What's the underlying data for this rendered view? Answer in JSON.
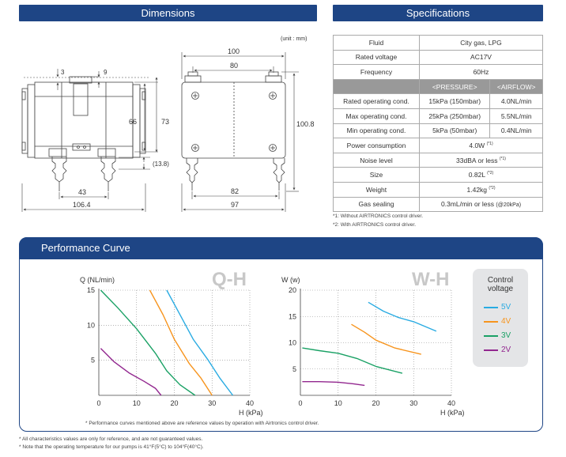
{
  "headers": {
    "dimensions": "Dimensions",
    "specifications": "Specifications",
    "performance": "Performance Curve"
  },
  "unit": "(unit : mm)",
  "dimensions": {
    "front": {
      "d3": "3",
      "d9": "9",
      "d66": "66",
      "d73": "73",
      "d13_8": "(13.8)",
      "d43": "43",
      "d106_4": "106.4"
    },
    "side": {
      "d100": "100",
      "d80": "80",
      "d100_8": "100.8",
      "d82": "82",
      "d97": "97"
    }
  },
  "specs": {
    "rows": [
      {
        "label": "Fluid",
        "value": "City gas, LPG"
      },
      {
        "label": "Rated voltage",
        "value": "AC17V"
      },
      {
        "label": "Frequency",
        "value": "60Hz"
      }
    ],
    "subheader": {
      "pressure": "<PRESSURE>",
      "airflow": "<AIRFLOW>"
    },
    "split_rows": [
      {
        "label": "Rated operating cond.",
        "pressure": "15kPa (150mbar)",
        "airflow": "4.0NL/min"
      },
      {
        "label": "Max operating cond.",
        "pressure": "25kPa (250mbar)",
        "airflow": "5.5NL/min"
      },
      {
        "label": "Min operating cond.",
        "pressure": "5kPa (50mbar)",
        "airflow": "0.4NL/min"
      }
    ],
    "power": {
      "label": "Power consumption",
      "value": "4.0W",
      "mark": "(*1)"
    },
    "noise": {
      "label": "Noise level",
      "value": "33dBA or less",
      "mark": "(*1)"
    },
    "size": {
      "label": "Size",
      "value": "0.82L",
      "mark": "(*2)"
    },
    "weight": {
      "label": "Weight",
      "value": "1.42kg",
      "mark": "(*2)"
    },
    "sealing": {
      "label": "Gas sealing",
      "value": "0.3mL/min or less",
      "note": "(@20kPa)"
    },
    "footnotes": [
      "*1: Without AIRTRONICS control driver.",
      "*2: With AIRTRONICS control driver."
    ]
  },
  "legend": {
    "title_line1": "Control",
    "title_line2": "voltage",
    "items": [
      {
        "label": "5V",
        "color": "#29abe2"
      },
      {
        "label": "4V",
        "color": "#f7941d"
      },
      {
        "label": "3V",
        "color": "#1aa165"
      },
      {
        "label": "2V",
        "color": "#92278f"
      }
    ]
  },
  "perf_note": "* Performance curves mentioned above are reference values by operation with Airtronics control driver.",
  "bottom_notes": [
    "* All characteristics values are only for reference, and are not guaranteed values.",
    "* Note that the operating temperature for our pumps is 41°F(5°C) to 104°F(40°C)."
  ],
  "chart_data": [
    {
      "type": "line",
      "title": "Q-H",
      "xlabel": "H (kPa)",
      "ylabel": "Q (NL/min)",
      "xlim": [
        0,
        40
      ],
      "ylim": [
        0,
        15
      ],
      "xticks": [
        0,
        10,
        20,
        30,
        40
      ],
      "yticks": [
        5,
        10,
        15
      ],
      "grid": "dotted",
      "series": [
        {
          "name": "5V",
          "color": "#29abe2",
          "points": [
            [
              18,
              15
            ],
            [
              21,
              12
            ],
            [
              25,
              8
            ],
            [
              29,
              5
            ],
            [
              32,
              2.5
            ],
            [
              35.5,
              0
            ]
          ]
        },
        {
          "name": "4V",
          "color": "#f7941d",
          "points": [
            [
              13.5,
              15
            ],
            [
              17,
              11.5
            ],
            [
              20,
              8
            ],
            [
              24,
              4.5
            ],
            [
              27,
              2.5
            ],
            [
              30,
              0
            ]
          ]
        },
        {
          "name": "3V",
          "color": "#1aa165",
          "points": [
            [
              0.5,
              15
            ],
            [
              5,
              12.5
            ],
            [
              10,
              9.5
            ],
            [
              15,
              6
            ],
            [
              18,
              3.5
            ],
            [
              21.5,
              1.5
            ],
            [
              25.5,
              0
            ]
          ]
        },
        {
          "name": "2V",
          "color": "#92278f",
          "points": [
            [
              0.5,
              6.7
            ],
            [
              4,
              4.8
            ],
            [
              8,
              3.2
            ],
            [
              12,
              2
            ],
            [
              15,
              1
            ],
            [
              16.5,
              0
            ]
          ]
        }
      ]
    },
    {
      "type": "line",
      "title": "W-H",
      "xlabel": "H (kPa)",
      "ylabel": "W (w)",
      "xlim": [
        0,
        40
      ],
      "ylim": [
        0,
        20
      ],
      "xticks": [
        0,
        10,
        20,
        30,
        40
      ],
      "yticks": [
        5,
        10,
        15,
        20
      ],
      "grid": "dotted",
      "series": [
        {
          "name": "5V",
          "color": "#29abe2",
          "points": [
            [
              18,
              17.7
            ],
            [
              22,
              16
            ],
            [
              26,
              14.8
            ],
            [
              30,
              14
            ],
            [
              36,
              12.2
            ]
          ]
        },
        {
          "name": "4V",
          "color": "#f7941d",
          "points": [
            [
              13.5,
              13.5
            ],
            [
              17,
              12
            ],
            [
              20,
              10.5
            ],
            [
              25,
              9
            ],
            [
              32,
              7.8
            ]
          ]
        },
        {
          "name": "3V",
          "color": "#1aa165",
          "points": [
            [
              0.5,
              9
            ],
            [
              5,
              8.5
            ],
            [
              10,
              8
            ],
            [
              15,
              7
            ],
            [
              20,
              5.5
            ],
            [
              27,
              4.2
            ]
          ]
        },
        {
          "name": "2V",
          "color": "#92278f",
          "points": [
            [
              0.5,
              2.6
            ],
            [
              5,
              2.6
            ],
            [
              10,
              2.5
            ],
            [
              14,
              2.2
            ],
            [
              17,
              1.9
            ]
          ]
        }
      ]
    }
  ]
}
